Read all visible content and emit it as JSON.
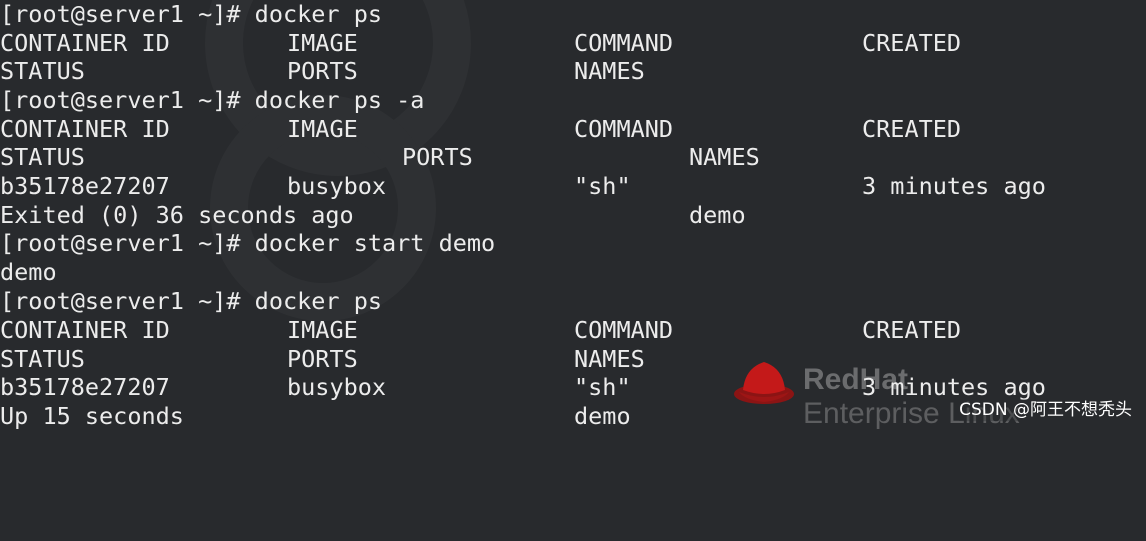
{
  "terminal": {
    "lines": [
      [
        "[root@server1 ~]# docker ps"
      ],
      [
        "CONTAINER ID",
        "IMAGE",
        "COMMAND",
        "CREATED"
      ],
      [
        "STATUS",
        "PORTS",
        "NAMES"
      ],
      [
        "[root@server1 ~]# docker ps -a"
      ],
      [
        "CONTAINER ID",
        "IMAGE",
        "COMMAND",
        "CREATED"
      ],
      [
        "STATUS",
        "PORTS",
        "NAMES"
      ],
      [
        "b35178e27207",
        "busybox",
        "\"sh\"",
        "3 minutes ago"
      ],
      [
        "Exited (0) 36 seconds ago",
        "demo"
      ],
      [
        "[root@server1 ~]# docker start demo"
      ],
      [
        "demo"
      ],
      [
        "[root@server1 ~]# docker ps"
      ],
      [
        "CONTAINER ID",
        "IMAGE",
        "COMMAND",
        "CREATED"
      ],
      [
        "STATUS",
        "PORTS",
        "NAMES"
      ],
      [
        "b35178e27207",
        "busybox",
        "\"sh\"",
        "3 minutes ago"
      ],
      [
        "Up 15 seconds",
        "demo"
      ]
    ]
  },
  "wallpaper": {
    "brand_line1": "RedHat",
    "brand_line2": "Enterprise Linux"
  },
  "watermark": {
    "text": "CSDN @阿王不想秃头"
  },
  "colors": {
    "background": "#282a2d",
    "text": "#ececec",
    "redhat_red": "#ee0000"
  }
}
